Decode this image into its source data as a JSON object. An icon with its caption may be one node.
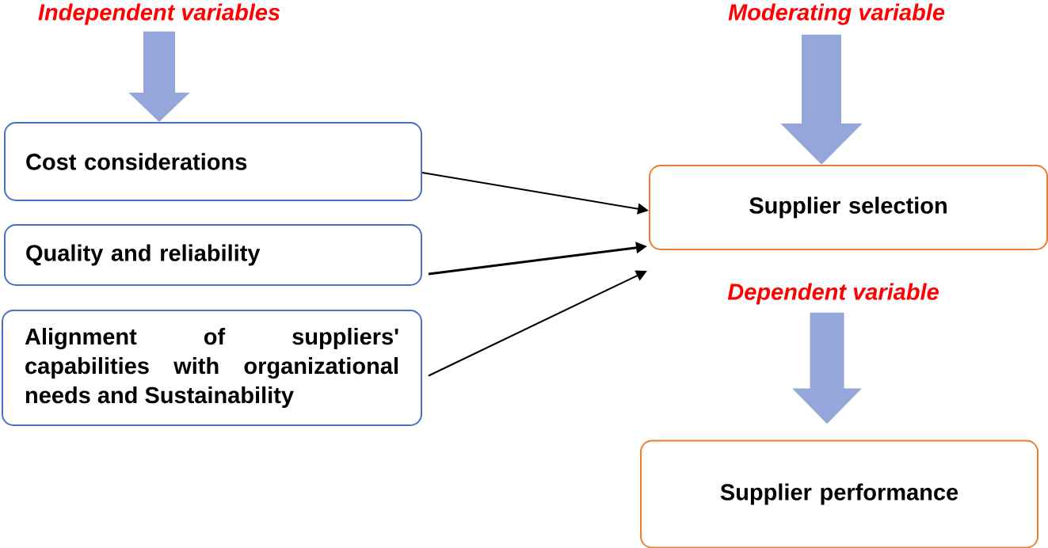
{
  "diagram": {
    "nodes": [
      {
        "text": [
          "Independent variables"
        ]
      },
      {
        "text": [
          "Cost considerations"
        ]
      },
      {
        "text": [
          "Quality and reliability"
        ]
      },
      {
        "text": [
          "Alignment of suppliers' capabilities with organizational needs and Sustainability"
        ]
      },
      {
        "text": [
          "Moderating variable"
        ]
      },
      {
        "text": [
          "Supplier selection"
        ]
      },
      {
        "text": [
          "Dependent variable"
        ]
      },
      {
        "text": [
          "Supplier performance"
        ]
      }
    ],
    "edges": [
      {
        "from": 0,
        "to": 1,
        "arrow": "to",
        "style": "thick",
        "color": "#94a6da"
      },
      {
        "from": 1,
        "to": 5,
        "arrow": "to",
        "color": "#000000"
      },
      {
        "from": 2,
        "to": 5,
        "arrow": "to",
        "color": "#000000"
      },
      {
        "from": 3,
        "to": 5,
        "arrow": "to",
        "color": "#000000"
      },
      {
        "from": 4,
        "to": 5,
        "arrow": "to",
        "style": "thick",
        "color": "#94a6da"
      },
      {
        "from": 6,
        "to": 7,
        "arrow": "to",
        "style": "thick",
        "color": "#94a6da"
      }
    ]
  }
}
